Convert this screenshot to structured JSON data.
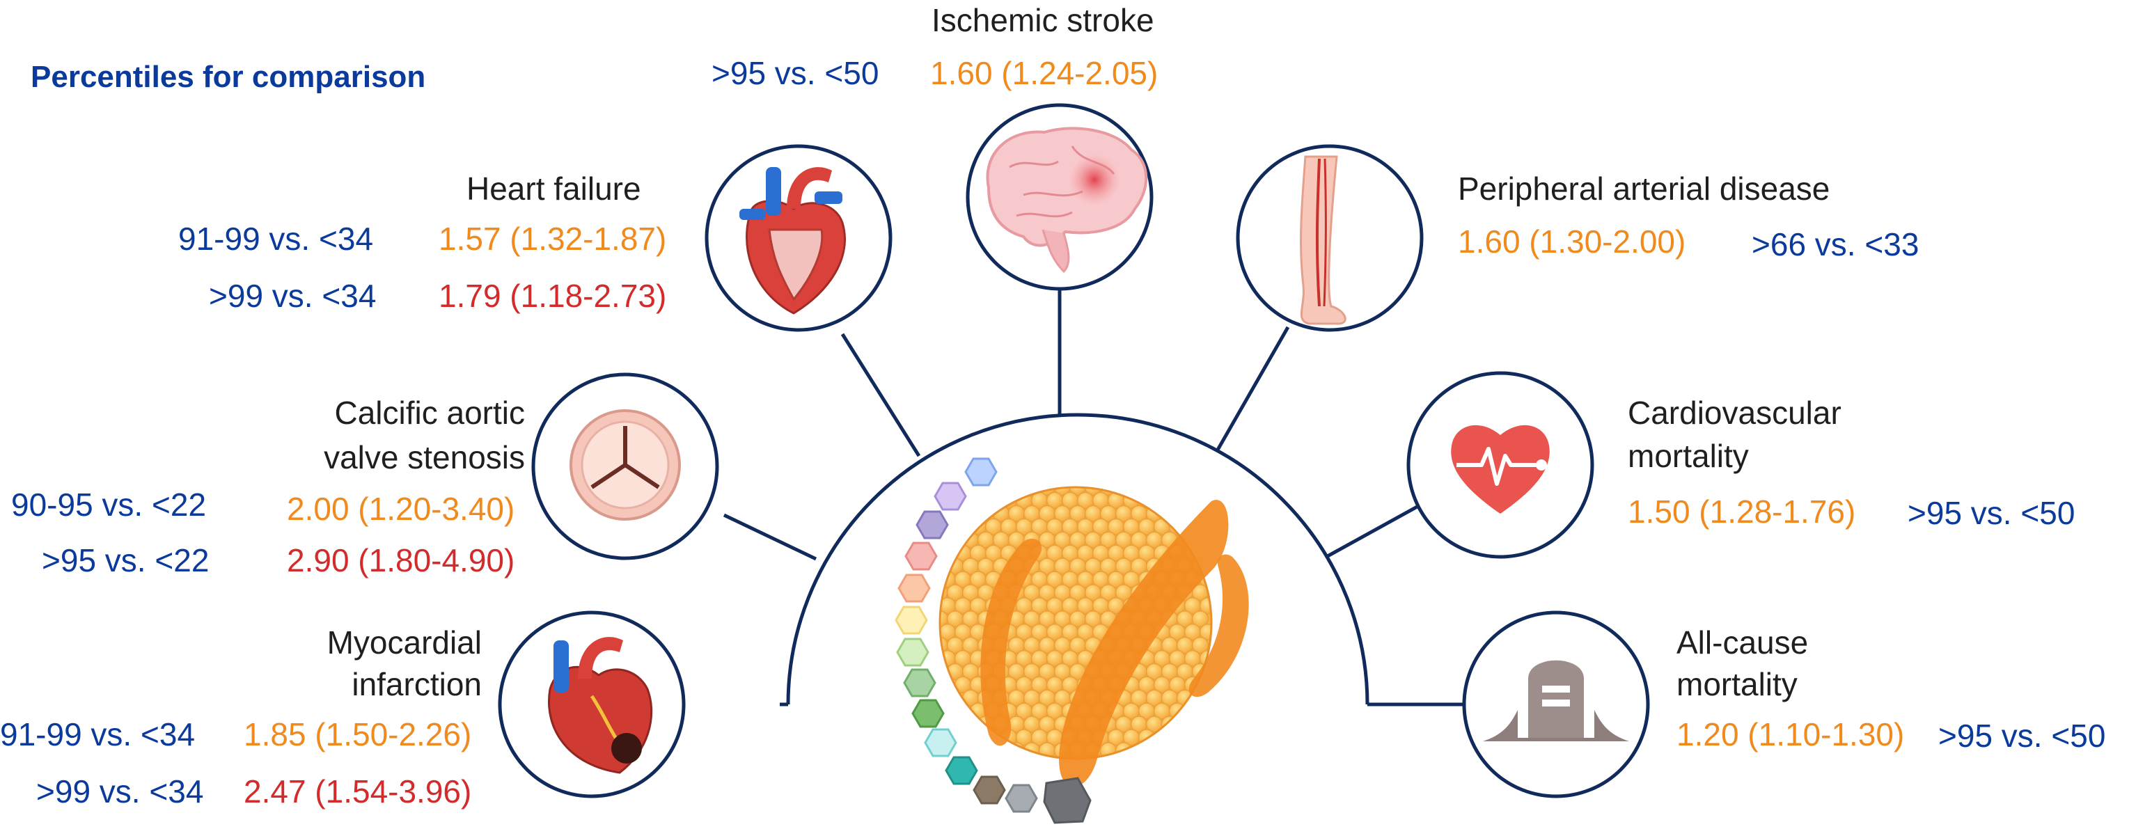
{
  "heading": "Percentiles for comparison",
  "colors": {
    "percentile": "#0a3a9c",
    "estimate_orange": "#f08a1c",
    "estimate_red": "#d32b2b",
    "line": "#102a5c"
  },
  "center_icon": "lipoprotein-particle-icon",
  "outcomes": {
    "stroke": {
      "label": "Ischemic stroke",
      "icon": "brain-icon",
      "comparisons": [
        {
          "percentiles": ">95 vs. <50",
          "estimate": "1.60 (1.24-2.05)"
        }
      ]
    },
    "heart_failure": {
      "label": "Heart failure",
      "icon": "heart-anatomy-icon",
      "comparisons": [
        {
          "percentiles": "91-99 vs. <34",
          "estimate": "1.57 (1.32-1.87)"
        },
        {
          "percentiles": ">99 vs. <34",
          "estimate": "1.79 (1.18-2.73)"
        }
      ]
    },
    "aortic": {
      "label_line1": "Calcific aortic",
      "label_line2": "valve stenosis",
      "icon": "aortic-valve-icon",
      "comparisons": [
        {
          "percentiles": "90-95 vs. <22",
          "estimate": "2.00 (1.20-3.40)"
        },
        {
          "percentiles": ">95 vs. <22",
          "estimate": "2.90 (1.80-4.90)"
        }
      ]
    },
    "mi": {
      "label_line1": "Myocardial",
      "label_line2": "infarction",
      "icon": "infarcted-heart-icon",
      "comparisons": [
        {
          "percentiles": "91-99 vs. <34",
          "estimate": "1.85 (1.50-2.26)"
        },
        {
          "percentiles": ">99 vs. <34",
          "estimate": "2.47 (1.54-3.96)"
        }
      ]
    },
    "pad": {
      "label": "Peripheral arterial disease",
      "icon": "leg-artery-icon",
      "comparisons": [
        {
          "percentiles": ">66 vs. <33",
          "estimate": "1.60 (1.30-2.00)"
        }
      ]
    },
    "cv_mortality": {
      "label_line1": "Cardiovascular",
      "label_line2": "mortality",
      "icon": "heart-pulse-icon",
      "comparisons": [
        {
          "percentiles": ">95 vs. <50",
          "estimate": "1.50 (1.28-1.76)"
        }
      ]
    },
    "all_cause": {
      "label_line1": "All-cause",
      "label_line2": "mortality",
      "icon": "tombstone-icon",
      "comparisons": [
        {
          "percentiles": ">95 vs. <50",
          "estimate": "1.20 (1.10-1.30)"
        }
      ]
    }
  }
}
